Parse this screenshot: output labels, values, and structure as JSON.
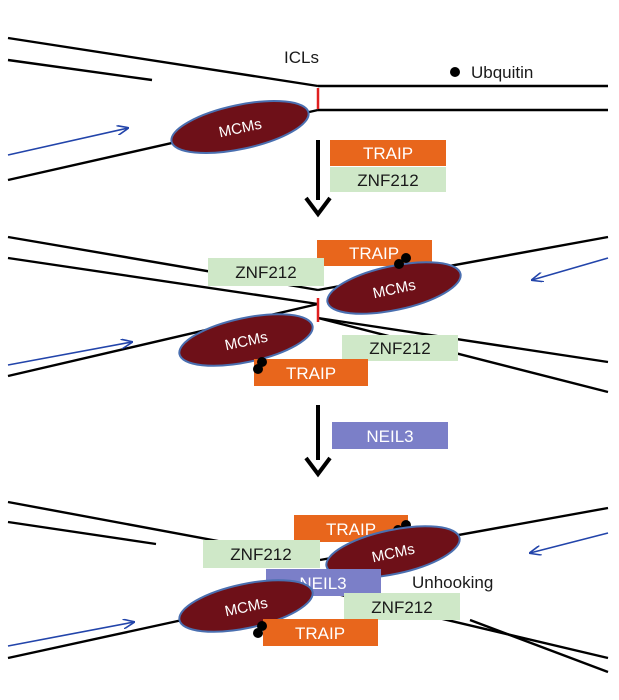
{
  "labels": {
    "icls": "ICLs",
    "ubiquitin": "Ubquitin",
    "unhooking": "Unhooking"
  },
  "proteins": {
    "mcm": "MCMs",
    "traip": "TRAIP",
    "znf212": "ZNF212",
    "neil3": "NEIL3"
  },
  "colors": {
    "mcm_fill": "#6e1018",
    "mcm_stroke": "#4a6fb0",
    "traip_fill": "#e8661c",
    "znf212_fill": "#cfe8c8",
    "neil3_fill": "#7b7fc8",
    "icl_red": "#e02020",
    "fork_arrow": "#2244aa",
    "strand": "#000000"
  },
  "icons": {
    "ubiquitin": "filled-black-dot",
    "step_arrow": "black-down-arrow",
    "fork_direction": "blue-open-arrow"
  }
}
